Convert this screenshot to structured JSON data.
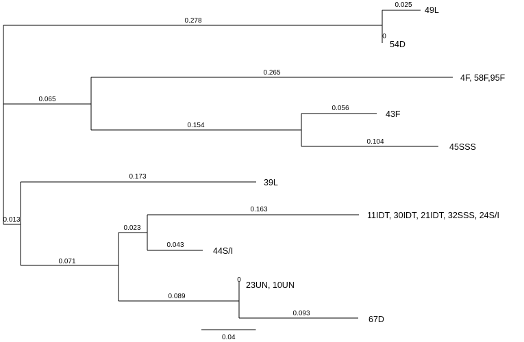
{
  "tree": {
    "branches": [
      {
        "id": "root_49L54D",
        "value": "0.278"
      },
      {
        "id": "root_B",
        "value": ""
      },
      {
        "id": "root_C",
        "value": "0.013"
      },
      {
        "id": "n49L54D_49L",
        "value": "0.025"
      },
      {
        "id": "n49L54D_54D",
        "value": "0"
      },
      {
        "id": "B_F",
        "value": "0.065"
      },
      {
        "id": "F_4F",
        "value": "0.265"
      },
      {
        "id": "F_G",
        "value": "0.154"
      },
      {
        "id": "G_43F",
        "value": "0.056"
      },
      {
        "id": "G_45SSS",
        "value": "0.104"
      },
      {
        "id": "C_39L",
        "value": "0.173"
      },
      {
        "id": "C_D",
        "value": "0.071"
      },
      {
        "id": "D_E",
        "value": "0.023"
      },
      {
        "id": "E_11IDT",
        "value": "0.163"
      },
      {
        "id": "E_44S",
        "value": "0.043"
      },
      {
        "id": "D_H",
        "value": "0.089"
      },
      {
        "id": "H_23UN",
        "value": "0"
      },
      {
        "id": "H_67D",
        "value": "0.093"
      }
    ],
    "tips": [
      {
        "id": "49L",
        "label": "49L"
      },
      {
        "id": "54D",
        "label": "54D"
      },
      {
        "id": "4F",
        "label": "4F, 58F,95F"
      },
      {
        "id": "43F",
        "label": "43F"
      },
      {
        "id": "45SSS",
        "label": "45SSS"
      },
      {
        "id": "39L",
        "label": "39L"
      },
      {
        "id": "11IDT",
        "label": "11IDT, 30IDT, 21IDT, 32SSS, 24S/I"
      },
      {
        "id": "44S",
        "label": "44S/I"
      },
      {
        "id": "23UN",
        "label": "23UN, 10UN"
      },
      {
        "id": "67D",
        "label": "67D"
      }
    ]
  },
  "scale_bar": {
    "label": "0.04",
    "length": 0.04
  }
}
